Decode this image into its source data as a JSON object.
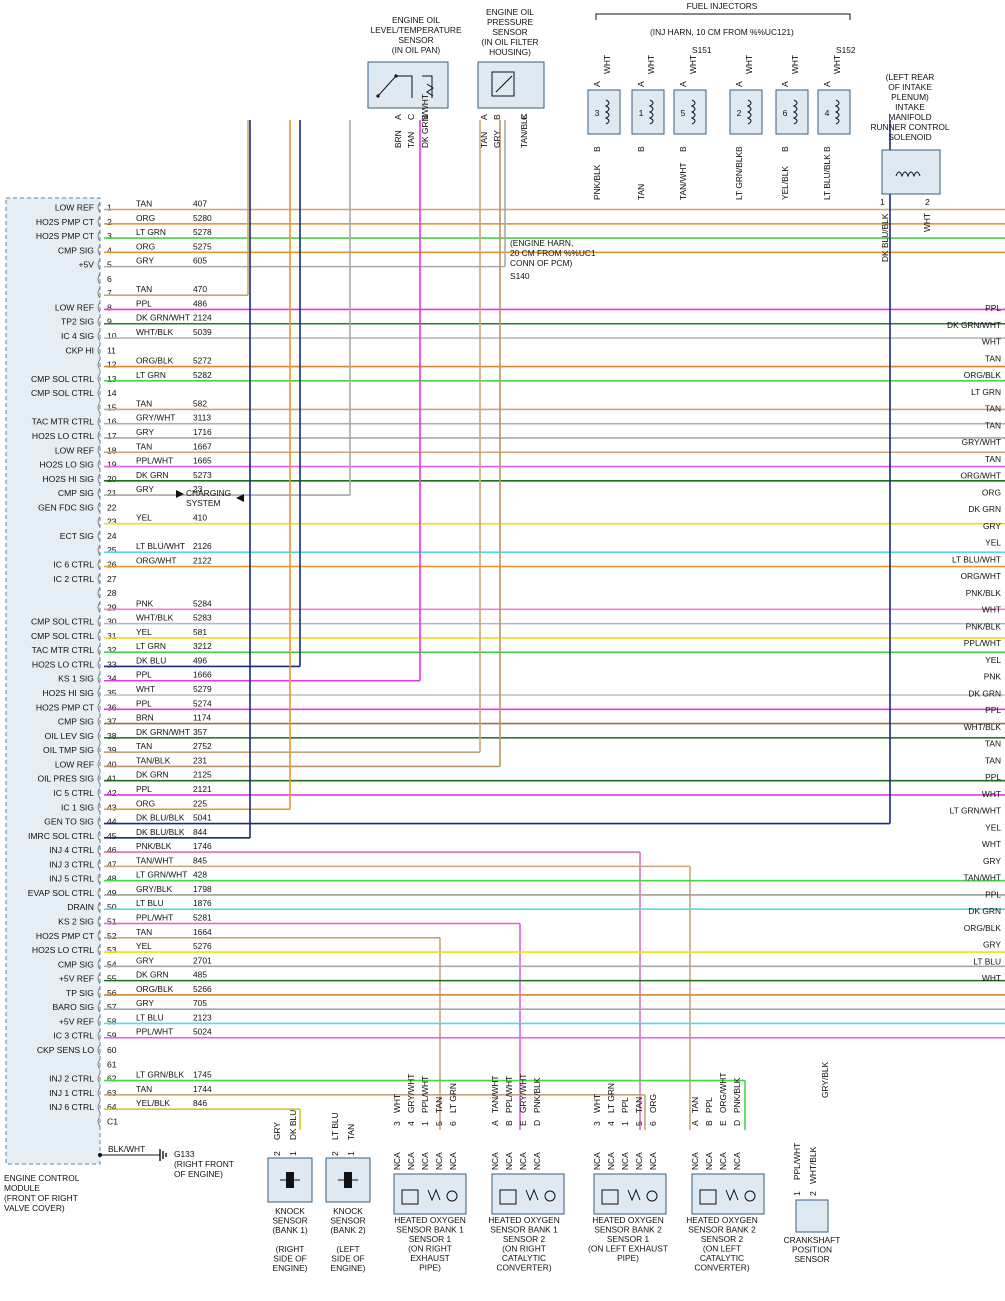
{
  "pcm": {
    "caption": [
      "ENGINE CONTROL",
      "MODULE",
      "(FRONT OF RIGHT",
      "VALVE COVER)"
    ],
    "pins": [
      {
        "n": "1",
        "sig": "LOW REF",
        "color": "TAN",
        "circuit": "407",
        "hex": "#c9a47a"
      },
      {
        "n": "2",
        "sig": "HO2S PMP CT",
        "color": "ORG",
        "circuit": "5280",
        "hex": "#e8962a"
      },
      {
        "n": "3",
        "sig": "HO2S PMP CT",
        "color": "LT GRN",
        "circuit": "5278",
        "hex": "#46d646"
      },
      {
        "n": "4",
        "sig": "CMP SIG",
        "color": "ORG",
        "circuit": "5275",
        "hex": "#e8962a"
      },
      {
        "n": "5",
        "sig": "+5V",
        "color": "GRY",
        "circuit": "605",
        "hex": "#a8a8a8"
      },
      {
        "n": "6",
        "sig": "",
        "color": "",
        "circuit": "",
        "hex": ""
      },
      {
        "n": "7",
        "sig": "",
        "color": "TAN",
        "circuit": "470",
        "hex": "#c9a47a"
      },
      {
        "n": "8",
        "sig": "LOW REF",
        "color": "PPL",
        "circuit": "486",
        "hex": "#e636e6"
      },
      {
        "n": "9",
        "sig": "TP2 SIG",
        "color": "DK GRN/WHT",
        "circuit": "2124",
        "hex": "#2a7a2a"
      },
      {
        "n": "10",
        "sig": "IC 4 SIG",
        "color": "WHT/BLK",
        "circuit": "5039",
        "hex": "#b8b8b8"
      },
      {
        "n": "11",
        "sig": "CKP HI",
        "color": "",
        "circuit": "",
        "hex": ""
      },
      {
        "n": "12",
        "sig": "",
        "color": "ORG/BLK",
        "circuit": "5272",
        "hex": "#d48830"
      },
      {
        "n": "13",
        "sig": "CMP SOL CTRL",
        "color": "LT GRN",
        "circuit": "5282",
        "hex": "#46d646"
      },
      {
        "n": "14",
        "sig": "CMP SOL CTRL",
        "color": "",
        "circuit": "",
        "hex": ""
      },
      {
        "n": "15",
        "sig": "",
        "color": "TAN",
        "circuit": "582",
        "hex": "#c9a47a"
      },
      {
        "n": "16",
        "sig": "TAC MTR CTRL",
        "color": "GRY/WHT",
        "circuit": "3113",
        "hex": "#b0b0b0"
      },
      {
        "n": "17",
        "sig": "HO2S LO CTRL",
        "color": "GRY",
        "circuit": "1716",
        "hex": "#a8a8a8"
      },
      {
        "n": "18",
        "sig": "LOW REF",
        "color": "TAN",
        "circuit": "1667",
        "hex": "#c9a47a"
      },
      {
        "n": "19",
        "sig": "HO2S LO SIG",
        "color": "PPL/WHT",
        "circuit": "1665",
        "hex": "#e060e0"
      },
      {
        "n": "20",
        "sig": "HO2S HI SIG",
        "color": "DK GRN",
        "circuit": "5273",
        "hex": "#1e6e1e"
      },
      {
        "n": "21",
        "sig": "CMP SIG",
        "color": "GRY",
        "circuit": "23",
        "hex": "#a8a8a8"
      },
      {
        "n": "22",
        "sig": "GEN FDC SIG",
        "color": "",
        "circuit": "",
        "hex": ""
      },
      {
        "n": "23",
        "sig": "",
        "color": "YEL",
        "circuit": "410",
        "hex": "#f0e010"
      },
      {
        "n": "24",
        "sig": "ECT SIG",
        "color": "",
        "circuit": "",
        "hex": ""
      },
      {
        "n": "25",
        "sig": "",
        "color": "LT BLU/WHT",
        "circuit": "2126",
        "hex": "#50dce6"
      },
      {
        "n": "26",
        "sig": "IC 6 CTRL",
        "color": "ORG/WHT",
        "circuit": "2122",
        "hex": "#e8962a"
      },
      {
        "n": "27",
        "sig": "IC 2 CTRL",
        "color": "",
        "circuit": "",
        "hex": ""
      },
      {
        "n": "28",
        "sig": "",
        "color": "",
        "circuit": "",
        "hex": ""
      },
      {
        "n": "29",
        "sig": "",
        "color": "PNK",
        "circuit": "5284",
        "hex": "#f080c8"
      },
      {
        "n": "30",
        "sig": "CMP SOL CTRL",
        "color": "WHT/BLK",
        "circuit": "5283",
        "hex": "#b8b8b8"
      },
      {
        "n": "31",
        "sig": "CMP SOL CTRL",
        "color": "YEL",
        "circuit": "581",
        "hex": "#f0e010"
      },
      {
        "n": "32",
        "sig": "TAC MTR CTRL",
        "color": "LT GRN",
        "circuit": "3212",
        "hex": "#46d646"
      },
      {
        "n": "33",
        "sig": "HO2S LO CTRL",
        "color": "DK BLU",
        "circuit": "496",
        "hex": "#1a2a7a"
      },
      {
        "n": "34",
        "sig": "KS 1 SIG",
        "color": "PPL",
        "circuit": "1666",
        "hex": "#e636e6"
      },
      {
        "n": "35",
        "sig": "HO2S HI SIG",
        "color": "WHT",
        "circuit": "5279",
        "hex": "#c4c4c4"
      },
      {
        "n": "36",
        "sig": "HO2S PMP CT",
        "color": "PPL",
        "circuit": "5274",
        "hex": "#e636e6"
      },
      {
        "n": "37",
        "sig": "CMP SIG",
        "color": "BRN",
        "circuit": "1174",
        "hex": "#9a7040"
      },
      {
        "n": "38",
        "sig": "OIL LEV SIG",
        "color": "DK GRN/WHT",
        "circuit": "357",
        "hex": "#2a7a2a"
      },
      {
        "n": "39",
        "sig": "OIL TMP SIG",
        "color": "TAN",
        "circuit": "2752",
        "hex": "#c9a47a"
      },
      {
        "n": "40",
        "sig": "LOW REF",
        "color": "TAN/BLK",
        "circuit": "231",
        "hex": "#b89468"
      },
      {
        "n": "41",
        "sig": "OIL PRES SIG",
        "color": "DK GRN",
        "circuit": "2125",
        "hex": "#1e6e1e"
      },
      {
        "n": "42",
        "sig": "IC 5 CTRL",
        "color": "PPL",
        "circuit": "2121",
        "hex": "#e636e6"
      },
      {
        "n": "43",
        "sig": "IC 1 SIG",
        "color": "ORG",
        "circuit": "225",
        "hex": "#e8962a"
      },
      {
        "n": "44",
        "sig": "GEN TO SIG",
        "color": "DK BLU/BLK",
        "circuit": "5041",
        "hex": "#1a2a7a"
      },
      {
        "n": "45",
        "sig": "IMRC SOL CTRL",
        "color": "DK BLU/BLK",
        "circuit": "844",
        "hex": "#1a2a7a"
      },
      {
        "n": "46",
        "sig": "INJ 4 CTRL",
        "color": "PNK/BLK",
        "circuit": "1746",
        "hex": "#e070b8"
      },
      {
        "n": "47",
        "sig": "INJ 3 CTRL",
        "color": "TAN/WHT",
        "circuit": "845",
        "hex": "#c9a47a"
      },
      {
        "n": "48",
        "sig": "INJ 5 CTRL",
        "color": "LT GRN/WHT",
        "circuit": "428",
        "hex": "#46d646"
      },
      {
        "n": "49",
        "sig": "EVAP SOL CTRL",
        "color": "GRY/BLK",
        "circuit": "1798",
        "hex": "#a0a0a0"
      },
      {
        "n": "50",
        "sig": "DRAIN",
        "color": "LT BLU",
        "circuit": "1876",
        "hex": "#50dce6"
      },
      {
        "n": "51",
        "sig": "KS 2 SIG",
        "color": "PPL/WHT",
        "circuit": "5281",
        "hex": "#e060e0"
      },
      {
        "n": "52",
        "sig": "HO2S PMP CT",
        "color": "TAN",
        "circuit": "1664",
        "hex": "#c9a47a"
      },
      {
        "n": "53",
        "sig": "HO2S LO CTRL",
        "color": "YEL",
        "circuit": "5276",
        "hex": "#f0e010"
      },
      {
        "n": "54",
        "sig": "CMP SIG",
        "color": "GRY",
        "circuit": "2701",
        "hex": "#a8a8a8"
      },
      {
        "n": "55",
        "sig": "+5V REF",
        "color": "DK GRN",
        "circuit": "485",
        "hex": "#1e6e1e"
      },
      {
        "n": "56",
        "sig": "TP SIG",
        "color": "ORG/BLK",
        "circuit": "5266",
        "hex": "#d48830"
      },
      {
        "n": "57",
        "sig": "BARO SIG",
        "color": "GRY",
        "circuit": "705",
        "hex": "#a8a8a8"
      },
      {
        "n": "58",
        "sig": "+5V REF",
        "color": "LT BLU",
        "circuit": "2123",
        "hex": "#50dce6"
      },
      {
        "n": "59",
        "sig": "IC 3 CTRL",
        "color": "PPL/WHT",
        "circuit": "5024",
        "hex": "#e060e0"
      },
      {
        "n": "60",
        "sig": "CKP SENS LO",
        "color": "",
        "circuit": "",
        "hex": ""
      },
      {
        "n": "61",
        "sig": "",
        "color": "",
        "circuit": "",
        "hex": ""
      },
      {
        "n": "62",
        "sig": "INJ 2 CTRL",
        "color": "LT GRN/BLK",
        "circuit": "1745",
        "hex": "#46d646"
      },
      {
        "n": "63",
        "sig": "INJ 1 CTRL",
        "color": "TAN",
        "circuit": "1744",
        "hex": "#c9a47a"
      },
      {
        "n": "64",
        "sig": "INJ 6 CTRL",
        "color": "YEL/BLK",
        "circuit": "846",
        "hex": "#d8c820"
      },
      {
        "n": "C1",
        "sig": "",
        "color": "",
        "circuit": "",
        "hex": ""
      }
    ],
    "charging": [
      "CHARGING",
      "SYSTEM"
    ]
  },
  "right_labels": [
    {
      "t": "PPL",
      "hex": "#e636e6"
    },
    {
      "t": "DK GRN/WHT",
      "hex": "#2a7a2a"
    },
    {
      "t": "WHT",
      "hex": "#c4c4c4"
    },
    {
      "t": "TAN",
      "hex": "#c9a47a"
    },
    {
      "t": "ORG/BLK",
      "hex": "#d48830"
    },
    {
      "t": "LT GRN",
      "hex": "#46d646"
    },
    {
      "t": "TAN",
      "hex": "#c9a47a"
    },
    {
      "t": "TAN",
      "hex": "#c9a47a"
    },
    {
      "t": "GRY/WHT",
      "hex": "#b0b0b0"
    },
    {
      "t": "TAN",
      "hex": "#c9a47a"
    },
    {
      "t": "ORG/WHT",
      "hex": "#e8962a"
    },
    {
      "t": "ORG",
      "hex": "#e8962a"
    },
    {
      "t": "DK GRN",
      "hex": "#1e6e1e"
    },
    {
      "t": "GRY",
      "hex": "#a8a8a8"
    },
    {
      "t": "YEL",
      "hex": "#f0e010"
    },
    {
      "t": "LT BLU/WHT",
      "hex": "#50dce6"
    },
    {
      "t": "ORG/WHT",
      "hex": "#e8962a"
    },
    {
      "t": "PNK/BLK",
      "hex": "#e070b8"
    },
    {
      "t": "WHT",
      "hex": "#c4c4c4"
    },
    {
      "t": "PNK/BLK",
      "hex": "#e070b8"
    },
    {
      "t": "PPL/WHT",
      "hex": "#e060e0"
    },
    {
      "t": "YEL",
      "hex": "#f0e010"
    },
    {
      "t": "PNK",
      "hex": "#f080c8"
    },
    {
      "t": "DK GRN",
      "hex": "#1e6e1e"
    },
    {
      "t": "PPL",
      "hex": "#e636e6"
    },
    {
      "t": "WHT/BLK",
      "hex": "#b8b8b8"
    },
    {
      "t": "TAN",
      "hex": "#c9a47a"
    },
    {
      "t": "TAN",
      "hex": "#c9a47a"
    },
    {
      "t": "PPL",
      "hex": "#e636e6"
    },
    {
      "t": "WHT",
      "hex": "#c4c4c4"
    },
    {
      "t": "LT GRN/WHT",
      "hex": "#46d646"
    },
    {
      "t": "YEL",
      "hex": "#f0e010"
    },
    {
      "t": "WHT",
      "hex": "#c4c4c4"
    },
    {
      "t": "GRY",
      "hex": "#a8a8a8"
    },
    {
      "t": "TAN/WHT",
      "hex": "#c9a47a"
    },
    {
      "t": "PPL",
      "hex": "#e636e6"
    },
    {
      "t": "DK GRN",
      "hex": "#1e6e1e"
    },
    {
      "t": "ORG/BLK",
      "hex": "#d48830"
    },
    {
      "t": "GRY",
      "hex": "#a8a8a8"
    },
    {
      "t": "LT BLU",
      "hex": "#50dce6"
    },
    {
      "t": "WHT",
      "hex": "#c4c4c4"
    }
  ],
  "top": {
    "oil_level": {
      "title": [
        "ENGINE OIL",
        "LEVEL/TEMPERATURE",
        "SENSOR",
        "(IN OIL PAN)"
      ],
      "pins": [
        "A",
        "C",
        "B"
      ],
      "wires": [
        "BRN",
        "TAN",
        "DK GRN/WHT"
      ]
    },
    "oil_press": {
      "title": [
        "ENGINE OIL",
        "PRESSURE",
        "SENSOR",
        "(IN OIL FILTER",
        "HOUSING)"
      ],
      "pins": [
        "A",
        "B",
        "C"
      ],
      "wires": [
        "TAN",
        "GRY",
        "TAN/BLK"
      ]
    },
    "injectors_title": "FUEL INJECTORS",
    "inj_harn": "(INJ HARN, 10 CM FROM %%UC121)",
    "splices": [
      "S151",
      "S152"
    ],
    "injectors": [
      {
        "num": "3",
        "pa": "A",
        "pb": "B",
        "top": "WHT",
        "bot": "PNK/BLK"
      },
      {
        "num": "1",
        "pa": "A",
        "pb": "B",
        "top": "WHT",
        "bot": "TAN"
      },
      {
        "num": "5",
        "pa": "A",
        "pb": "B",
        "top": "WHT",
        "bot": "TAN/WHT"
      },
      {
        "num": "2",
        "pa": "A",
        "pb": "B",
        "top": "WHT",
        "bot": "LT GRN/BLK"
      },
      {
        "num": "6",
        "pa": "A",
        "pb": "B",
        "top": "WHT",
        "bot": "YEL/BLK"
      },
      {
        "num": "4",
        "pa": "A",
        "pb": "B",
        "top": "WHT",
        "bot": "LT BLU/BLK"
      }
    ],
    "imrc": {
      "title": [
        "(LEFT REAR",
        "OF INTAKE",
        "PLENUM)",
        "INTAKE",
        "MANIFOLD",
        "RUNNER CONTROL",
        "SOLENOID"
      ],
      "pins": [
        "1",
        "2"
      ],
      "wires": [
        "DK BLU/BLK",
        "WHT"
      ]
    },
    "engine_harn": [
      "(ENGINE HARN,",
      "20 CM FROM %%UC1",
      "CONN OF PCM)"
    ],
    "splice_s140": "S140"
  },
  "bottom": {
    "ground": {
      "wire": "BLK/WHT",
      "id": "G133",
      "desc": [
        "(RIGHT FRONT",
        "OF ENGINE)"
      ]
    },
    "ks1": {
      "title": [
        "KNOCK",
        "SENSOR",
        "(BANK 1)",
        "",
        "(RIGHT",
        "SIDE OF",
        "ENGINE)"
      ],
      "pins": [
        "2",
        "1"
      ],
      "wires": [
        "GRY",
        "DK BLU"
      ]
    },
    "ks2": {
      "title": [
        "KNOCK",
        "SENSOR",
        "(BANK 2)",
        "",
        "(LEFT",
        "SIDE OF",
        "ENGINE)"
      ],
      "pins": [
        "2",
        "1"
      ],
      "wires": [
        "LT BLU",
        "TAN"
      ]
    },
    "ho2s11": {
      "title": [
        "HEATED OXYGEN",
        "SENSOR BANK 1",
        "SENSOR 1",
        "(ON RIGHT",
        "EXHAUST",
        "PIPE)"
      ],
      "pins": [
        "3",
        "4",
        "1",
        "5",
        "6"
      ],
      "wires": [
        "WHT",
        "GRY/WHT",
        "PPL/WHT",
        "TAN",
        "LT GRN"
      ]
    },
    "ho2s12": {
      "title": [
        "HEATED OXYGEN",
        "SENSOR BANK 1",
        "SENSOR 2",
        "(ON RIGHT",
        "CATALYTIC",
        "CONVERTER)"
      ],
      "pins": [
        "A",
        "B",
        "E",
        "D"
      ],
      "wires": [
        "TAN/WHT",
        "PPL/WHT",
        "GRY/WHT",
        "PNK/BLK"
      ]
    },
    "ho2s21": {
      "title": [
        "HEATED OXYGEN",
        "SENSOR BANK 2",
        "SENSOR 1",
        "(ON LEFT EXHAUST",
        "PIPE)"
      ],
      "pins": [
        "3",
        "4",
        "1",
        "5",
        "6"
      ],
      "wires": [
        "WHT",
        "LT GRN",
        "PPL",
        "TAN",
        "ORG"
      ]
    },
    "ho2s22": {
      "title": [
        "HEATED OXYGEN",
        "SENSOR BANK 2",
        "SENSOR 2",
        "(ON LEFT",
        "CATALYTIC",
        "CONVERTER)"
      ],
      "pins": [
        "A",
        "B",
        "E",
        "D"
      ],
      "wires": [
        "TAN",
        "PPL",
        "ORG/WHT",
        "PNK/BLK"
      ]
    },
    "ckp": {
      "title": [
        "CRANKSHAFT",
        "POSITION",
        "SENSOR"
      ],
      "pins": [
        "1",
        "2"
      ],
      "wires": [
        "PPL/WHT",
        "WHT/BLK"
      ],
      "shield": "GRY/BLK"
    },
    "nca": "NCA"
  }
}
